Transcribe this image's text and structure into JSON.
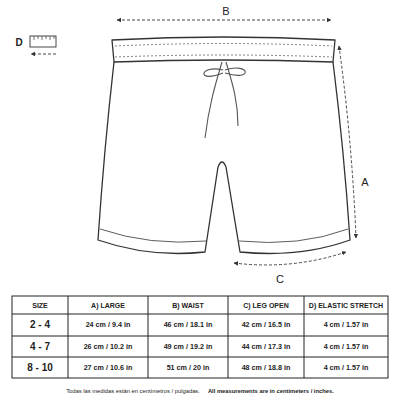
{
  "diagram": {
    "labels": [
      "B",
      "D",
      "A",
      "C",
      "SIZE",
      "A) LARGE",
      "B) WAIST",
      "C) LEG OPEN",
      "D) ELASTIC STRETCH",
      "2 - 4",
      "24 cm / 9.4 in",
      "46 cm / 18.1 in",
      "42 cm / 16.5 in",
      "4 cm / 1.57 in",
      "4 - 7",
      "26 cm / 10.2 in",
      "49 cm / 19.2 in",
      "44 cm / 17.3 in",
      "4 cm / 1.57 in",
      "8 - 10",
      "27 cm / 10.6 in",
      "51 cm / 20 in",
      "48 cm / 18.8 in",
      "4 cm / 1.57 in",
      "Todas las medidas están en centímetros / pulgadas.",
      "All measurements are in centimeters / inches."
    ]
  }
}
